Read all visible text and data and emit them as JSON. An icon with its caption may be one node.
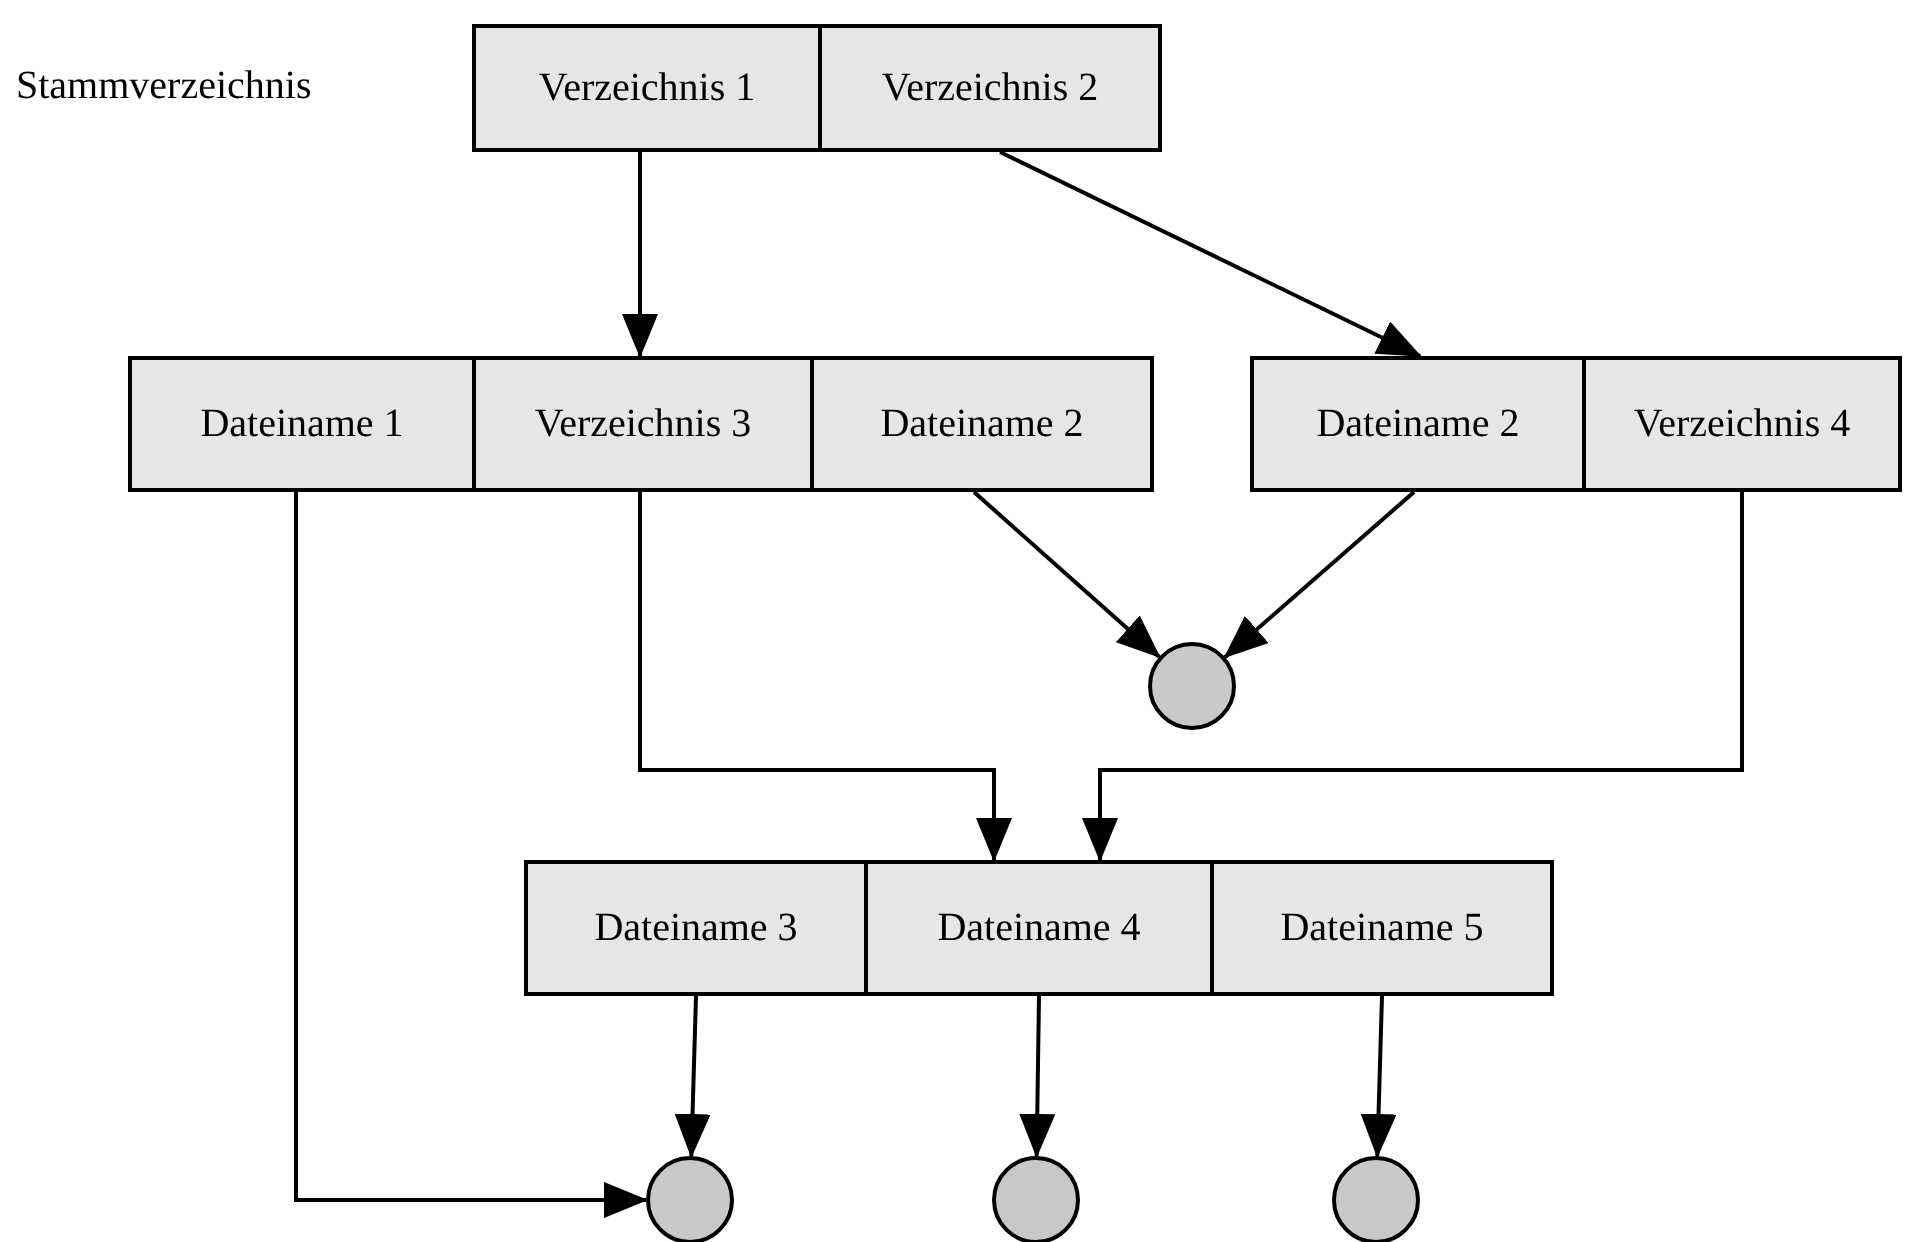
{
  "diagram": {
    "nodes": [
      {
        "text": [
          "Verzeichnis 1"
        ]
      },
      {
        "text": [
          "Verzeichnis 2"
        ]
      },
      {
        "text": [
          "Dateiname 1"
        ]
      },
      {
        "text": [
          "Verzeichnis 3"
        ]
      },
      {
        "text": [
          "Dateiname 2"
        ]
      },
      {
        "text": [
          "Dateiname 2"
        ]
      },
      {
        "text": [
          "Verzeichnis 4"
        ]
      },
      {
        "text": [],
        "shape": "circle"
      },
      {
        "text": [
          "Dateiname 3"
        ]
      },
      {
        "text": [
          "Dateiname 4"
        ]
      },
      {
        "text": [
          "Dateiname 5"
        ]
      },
      {
        "text": [],
        "shape": "circle"
      },
      {
        "text": [],
        "shape": "circle"
      },
      {
        "text": [],
        "shape": "circle"
      }
    ],
    "edges": [
      {
        "from": 0,
        "to": 3,
        "arrow": "to"
      },
      {
        "from": 1,
        "to": 5,
        "arrow": "to"
      },
      {
        "from": 4,
        "to": 7,
        "arrow": "to"
      },
      {
        "from": 5,
        "to": 7,
        "arrow": "to"
      },
      {
        "from": 3,
        "to": 9,
        "arrow": "to"
      },
      {
        "from": 6,
        "to": 9,
        "arrow": "to"
      },
      {
        "from": 2,
        "to": 11,
        "arrow": "to"
      },
      {
        "from": 8,
        "to": 11,
        "arrow": "to"
      },
      {
        "from": 9,
        "to": 12,
        "arrow": "to"
      },
      {
        "from": 10,
        "to": 13,
        "arrow": "to"
      }
    ],
    "labels": [
      "Stammverzeichnis"
    ]
  }
}
